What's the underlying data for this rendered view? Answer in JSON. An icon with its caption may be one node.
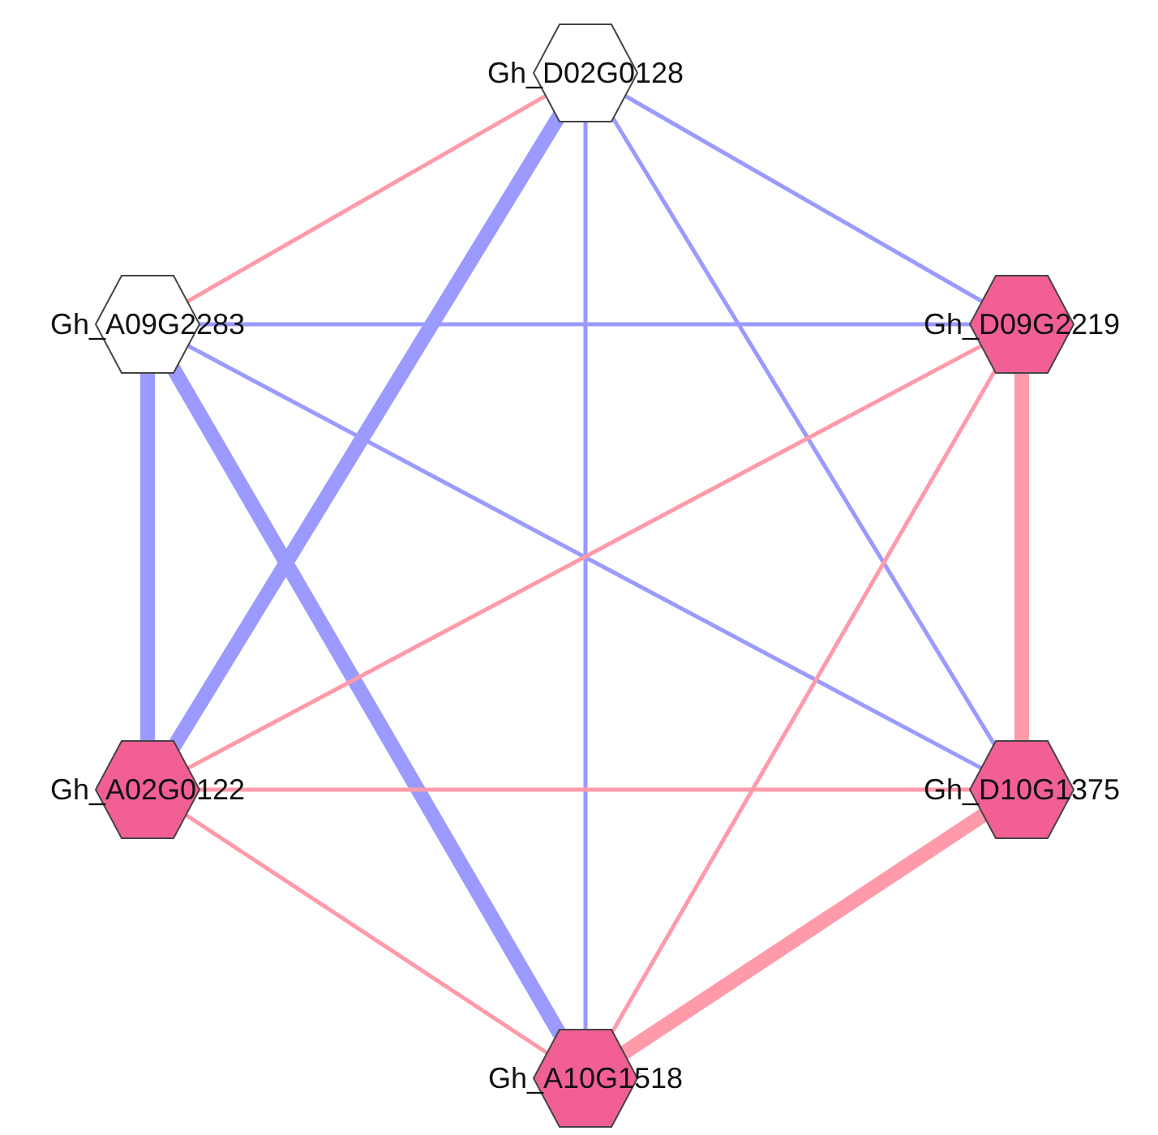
{
  "diagram": {
    "nodes": [
      {
        "text": [
          "Gh_D02G0128"
        ]
      },
      {
        "text": [
          "Gh_A09G2283"
        ]
      },
      {
        "text": [
          "Gh_D09G2219"
        ]
      },
      {
        "text": [
          "Gh_A02G0122"
        ]
      },
      {
        "text": [
          "Gh_D10G1375"
        ]
      },
      {
        "text": [
          "Gh_A10G1518"
        ]
      }
    ],
    "edges": [
      {
        "from": 0,
        "to": 1,
        "arrow": "none",
        "color": "#ff9aaa"
      },
      {
        "from": 0,
        "to": 2,
        "arrow": "none"
      },
      {
        "from": 0,
        "to": 3,
        "arrow": "none",
        "style": "thick"
      },
      {
        "from": 0,
        "to": 5,
        "arrow": "none"
      },
      {
        "from": 0,
        "to": 4,
        "arrow": "none"
      },
      {
        "from": 1,
        "to": 2,
        "arrow": "none"
      },
      {
        "from": 1,
        "to": 3,
        "arrow": "none",
        "style": "thick"
      },
      {
        "from": 1,
        "to": 5,
        "arrow": "none",
        "style": "thick"
      },
      {
        "from": 1,
        "to": 4,
        "arrow": "none"
      },
      {
        "from": 2,
        "to": 3,
        "arrow": "none",
        "color": "#ff9aaa"
      },
      {
        "from": 2,
        "to": 4,
        "arrow": "none",
        "style": "thick",
        "color": "#ff9aaa"
      },
      {
        "from": 2,
        "to": 5,
        "arrow": "none",
        "color": "#ff9aaa"
      },
      {
        "from": 3,
        "to": 4,
        "arrow": "none",
        "color": "#ff9aaa"
      },
      {
        "from": 3,
        "to": 5,
        "arrow": "none",
        "color": "#ff9aaa"
      },
      {
        "from": 4,
        "to": 5,
        "arrow": "none",
        "style": "thick",
        "color": "#ff9aaa"
      }
    ]
  }
}
